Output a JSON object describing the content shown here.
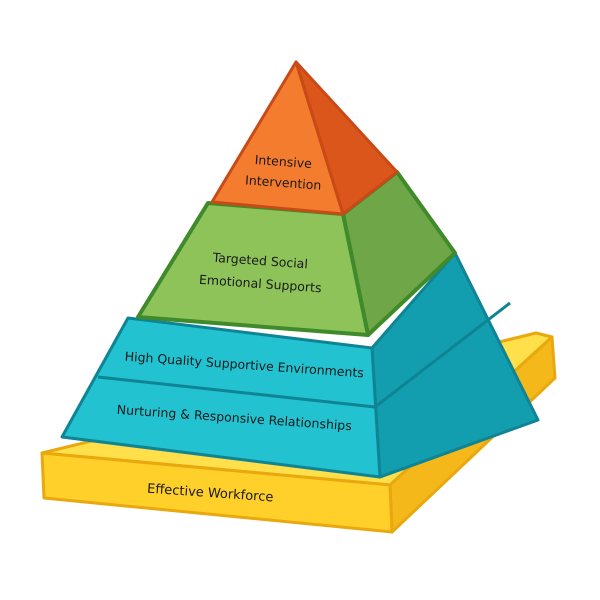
{
  "pyramid": {
    "tiers": [
      {
        "id": "tier-intensive",
        "lines": [
          "Intensive",
          "Intervention"
        ],
        "color_front": "#F47C2E",
        "color_side": "#D9551B",
        "outline": "#C84A16"
      },
      {
        "id": "tier-targeted",
        "lines": [
          "Targeted Social",
          "Emotional Supports"
        ],
        "color_front": "#8DC15A",
        "color_side": "#6FA345",
        "outline": "#3F8A2A"
      },
      {
        "id": "tier-environments",
        "lines": [
          "High Quality Supportive Environments"
        ],
        "color_front": "#22C1CF",
        "color_side": "#119BAB",
        "outline": "#0E8494"
      },
      {
        "id": "tier-relationships",
        "lines": [
          "Nurturing & Responsive Relationships"
        ],
        "color_front": "#22C1CF",
        "color_side": "#119BAB",
        "outline": "#0E8494"
      }
    ],
    "base": {
      "label": "Effective Workforce",
      "color_top": "#FFD93A",
      "color_front": "#FFCF2A",
      "color_side": "#F2B516",
      "outline": "#E8A80E"
    }
  }
}
